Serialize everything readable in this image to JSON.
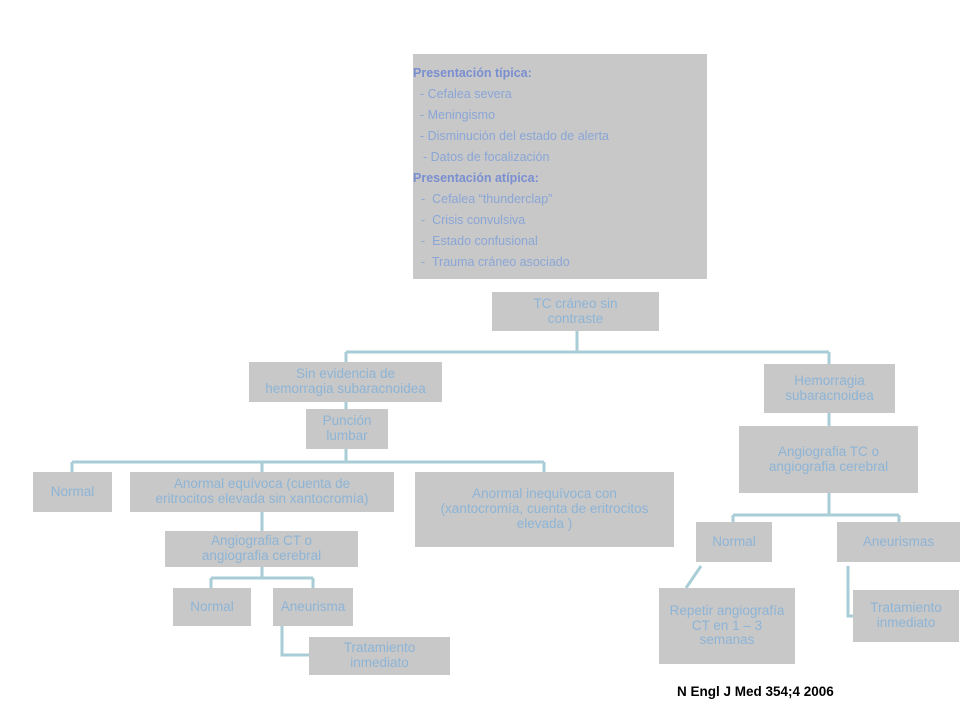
{
  "presentation": {
    "typical_title": "Presentación típica:",
    "typical_items": [
      "- Cefalea severa",
      "- Meningismo",
      "- Disminución del estado de alerta",
      "- Datos de focalización"
    ],
    "atypical_title": "Presentación atípica:",
    "atypical_items": [
      "-  Cefalea “thunderclap”",
      "-  Crisis convulsiva",
      "-  Estado confusional",
      "-  Trauma cráneo asociado"
    ]
  },
  "nodes": {
    "tc_craneo": [
      "TC cráneo sin",
      "contraste"
    ],
    "sin_evidencia": [
      "Sin evidencia de",
      "hemorragia subaracnoidea"
    ],
    "puncion": [
      "Punción",
      "lumbar"
    ],
    "normal_left": [
      "Normal"
    ],
    "anormal_equivoca": [
      "Anormal equívoca (cuenta de",
      "eritrocitos elevada sin xantocromía)"
    ],
    "anormal_inequivoca": [
      "Anormal inequívoca con",
      "(xantocromía, cuenta de eritrocitos",
      "elevada )"
    ],
    "angio_ct_left": [
      "Angiografia CT o",
      "angiografia cerebral"
    ],
    "normal_left2": [
      "Normal"
    ],
    "aneurisma_left": [
      "Aneurisma"
    ],
    "tratamiento_left": [
      "Tratamiento",
      "inmediato"
    ],
    "hemorragia": [
      "Hemorragia",
      "subaracnoidea"
    ],
    "angio_tc_right": [
      "Angiografia TC o",
      "angiografia cerebral"
    ],
    "normal_right": [
      "Normal"
    ],
    "aneurismas_right": [
      "Aneurismas"
    ],
    "repetir": [
      "Repetir angiografía",
      "CT en 1 – 3",
      "semanas"
    ],
    "tratamiento_right": [
      "Tratamiento",
      "inmediato"
    ]
  },
  "citation": "N Engl J Med 354;4 2006",
  "colors": {
    "box": "#c8c8c8",
    "text": "#8db4d6",
    "connector": "#a9cdd6",
    "header": "#7a8fd0"
  }
}
